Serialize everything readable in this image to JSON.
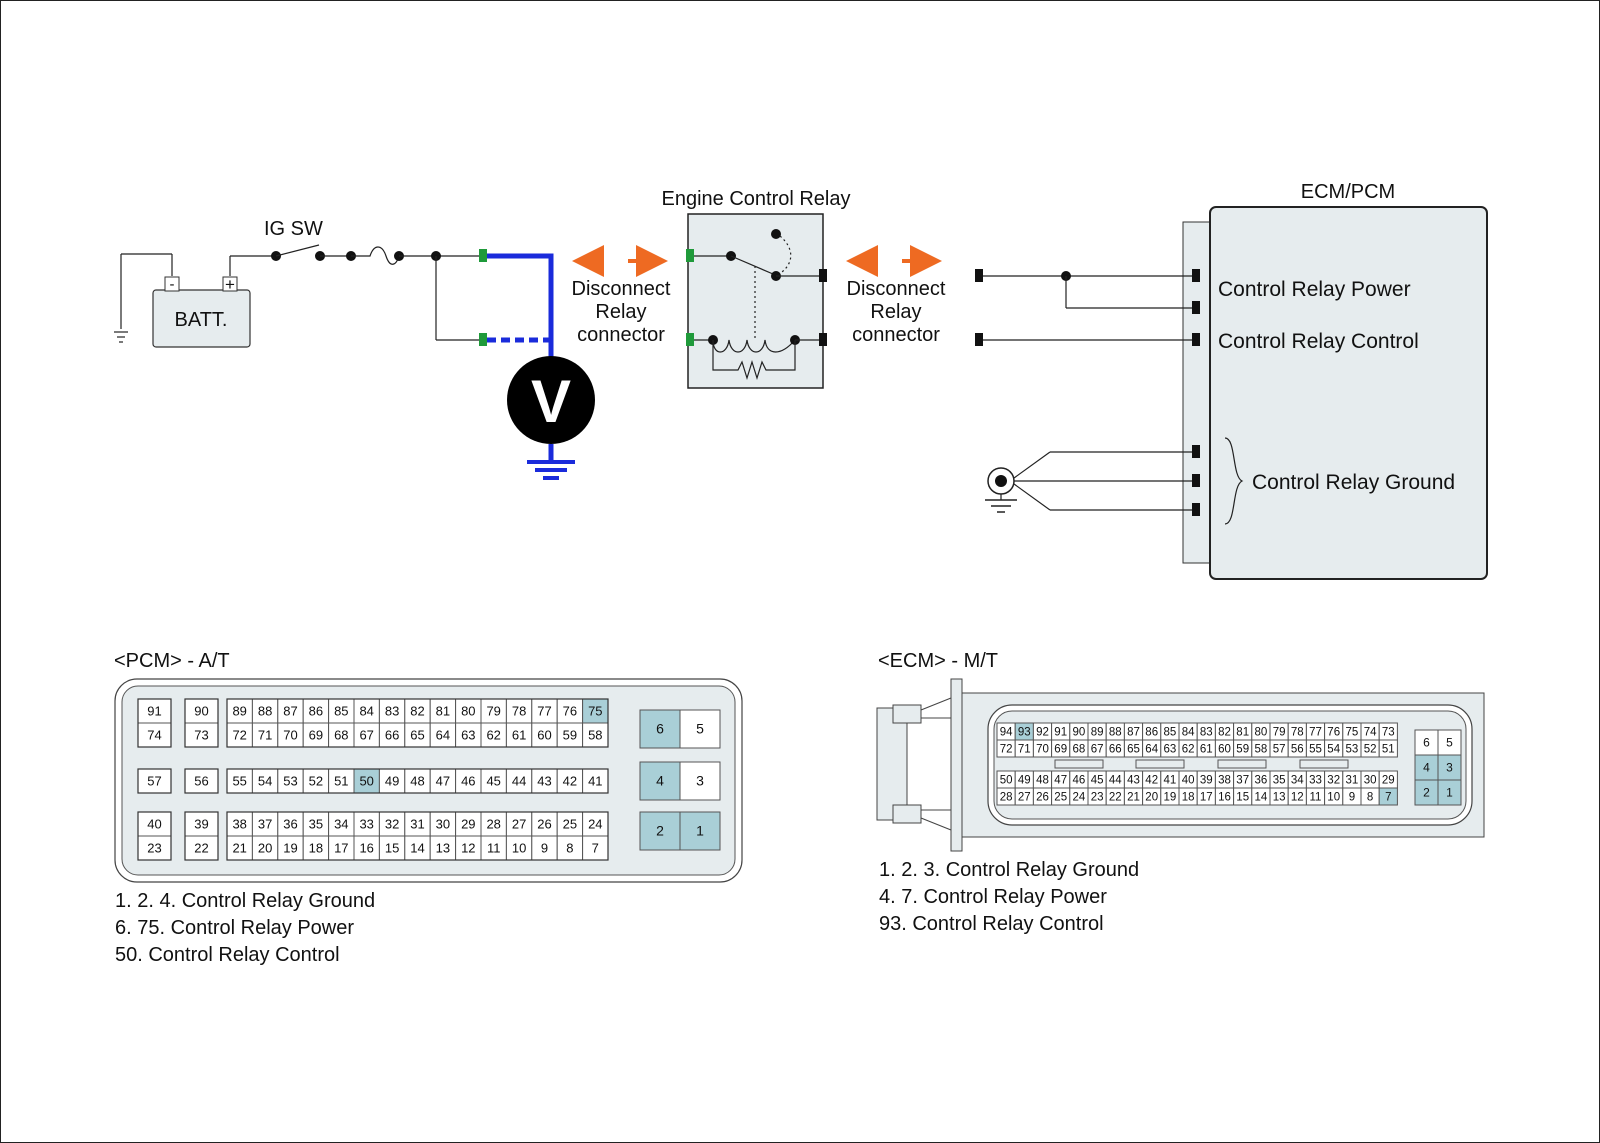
{
  "colors": {
    "panel_fill": "#e6ecee",
    "highlight_pin": "#a9cfd7",
    "wire_blue": "#1a2bdb",
    "arrow_orange": "#ee6a22",
    "terminal_green": "#1f9a3a"
  },
  "circuit": {
    "ig_sw_label": "IG SW",
    "batt_label": "BATT.",
    "batt_minus": "-",
    "batt_plus": "+",
    "voltmeter_label": "V",
    "relay_title": "Engine Control Relay",
    "disconnect_left": [
      "Disconnect",
      "Relay",
      "connector"
    ],
    "disconnect_right": [
      "Disconnect",
      "Relay",
      "connector"
    ],
    "ecm_title": "ECM/PCM",
    "ecm_power": "Control Relay Power",
    "ecm_control": "Control Relay Control",
    "ecm_ground": "Control Relay Ground"
  },
  "pcm": {
    "title": "<PCM> - A/T",
    "highlighted": [
      "1",
      "2",
      "4",
      "6",
      "50",
      "75"
    ],
    "rows": [
      [
        "91",
        "90",
        "89",
        "88",
        "87",
        "86",
        "85",
        "84",
        "83",
        "82",
        "81",
        "80",
        "79",
        "78",
        "77",
        "76",
        "75"
      ],
      [
        "74",
        "73",
        "72",
        "71",
        "70",
        "69",
        "68",
        "67",
        "66",
        "65",
        "64",
        "63",
        "62",
        "61",
        "60",
        "59",
        "58"
      ],
      [
        "57",
        "56",
        "55",
        "54",
        "53",
        "52",
        "51",
        "50",
        "49",
        "48",
        "47",
        "46",
        "45",
        "44",
        "43",
        "42",
        "41"
      ],
      [
        "40",
        "39",
        "38",
        "37",
        "36",
        "35",
        "34",
        "33",
        "32",
        "31",
        "30",
        "29",
        "28",
        "27",
        "26",
        "25",
        "24"
      ],
      [
        "23",
        "22",
        "21",
        "20",
        "19",
        "18",
        "17",
        "16",
        "15",
        "14",
        "13",
        "12",
        "11",
        "10",
        "9",
        "8",
        "7"
      ]
    ],
    "big_pins": [
      [
        "6",
        "5"
      ],
      [
        "4",
        "3"
      ],
      [
        "2",
        "1"
      ]
    ],
    "notes": [
      "1. 2. 4. Control Relay Ground",
      "6. 75. Control Relay Power",
      "50. Control Relay Control"
    ]
  },
  "ecm": {
    "title": "<ECM> - M/T",
    "highlighted": [
      "93",
      "7",
      "4",
      "3",
      "2",
      "1"
    ],
    "rows": [
      [
        "94",
        "93",
        "92",
        "91",
        "90",
        "89",
        "88",
        "87",
        "86",
        "85",
        "84",
        "83",
        "82",
        "81",
        "80",
        "79",
        "78",
        "77",
        "76",
        "75",
        "74",
        "73"
      ],
      [
        "72",
        "71",
        "70",
        "69",
        "68",
        "67",
        "66",
        "65",
        "64",
        "63",
        "62",
        "61",
        "60",
        "59",
        "58",
        "57",
        "56",
        "55",
        "54",
        "53",
        "52",
        "51"
      ],
      [
        "50",
        "49",
        "48",
        "47",
        "46",
        "45",
        "44",
        "43",
        "42",
        "41",
        "40",
        "39",
        "38",
        "37",
        "36",
        "35",
        "34",
        "33",
        "32",
        "31",
        "30",
        "29"
      ],
      [
        "28",
        "27",
        "26",
        "25",
        "24",
        "23",
        "22",
        "21",
        "20",
        "19",
        "18",
        "17",
        "16",
        "15",
        "14",
        "13",
        "12",
        "11",
        "10",
        "9",
        "8",
        "7"
      ]
    ],
    "side_pins": [
      [
        "6",
        "5"
      ],
      [
        "4",
        "3"
      ],
      [
        "2",
        "1"
      ]
    ],
    "notes": [
      "1. 2. 3. Control Relay Ground",
      "4. 7. Control Relay Power",
      "93. Control Relay Control"
    ]
  }
}
